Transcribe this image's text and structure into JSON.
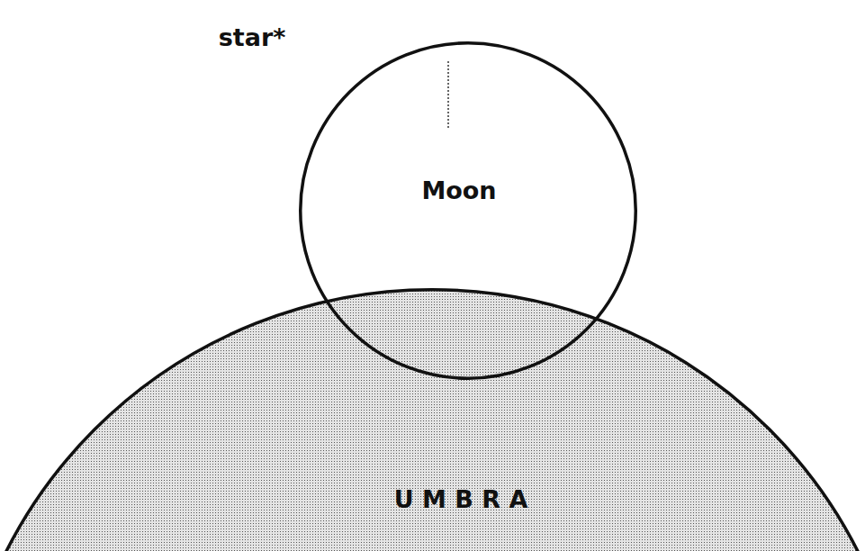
{
  "diagram": {
    "nodes": [
      {
        "text": [
          "Moon"
        ]
      },
      {
        "text": [
          "U M B R A"
        ]
      }
    ],
    "labels": [
      "star*"
    ]
  }
}
